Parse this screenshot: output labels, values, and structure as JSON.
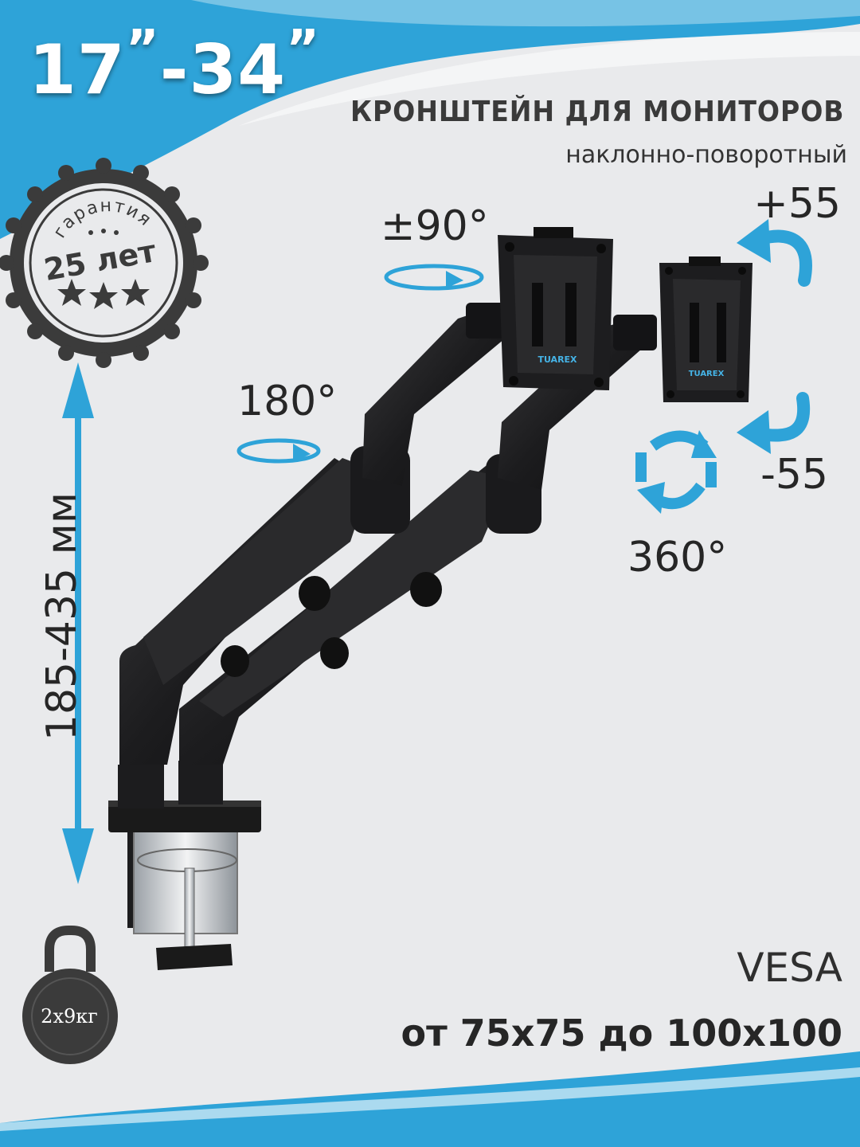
{
  "header": {
    "size_main": "17",
    "size_dash": "-34",
    "inch_mark": "”",
    "product_title": "КРОНШТЕЙН ДЛЯ МОНИТОРОВ",
    "product_subtitle": "наклонно-поворотный"
  },
  "warranty_badge": {
    "top_text": "гарантия",
    "main_text": "25 лет",
    "icon": "star-icon"
  },
  "angles": {
    "tilt_up": "+55",
    "tilt_down": "-55",
    "swivel": "±90°",
    "arm_rotation": "180°",
    "rotation": "360°"
  },
  "height": {
    "range": "185-435 мм"
  },
  "vesa": {
    "label": "VESA",
    "range": "от 75x75 до 100x100"
  },
  "weight": {
    "label": "2x9кг",
    "icon": "kettlebell-icon"
  },
  "brand": {
    "name": "TUAREX"
  },
  "colors": {
    "accent": "#2ea3d8",
    "background": "#e9eaec",
    "text_dark": "#2f2f2f",
    "arm": "#1c1c1e"
  }
}
